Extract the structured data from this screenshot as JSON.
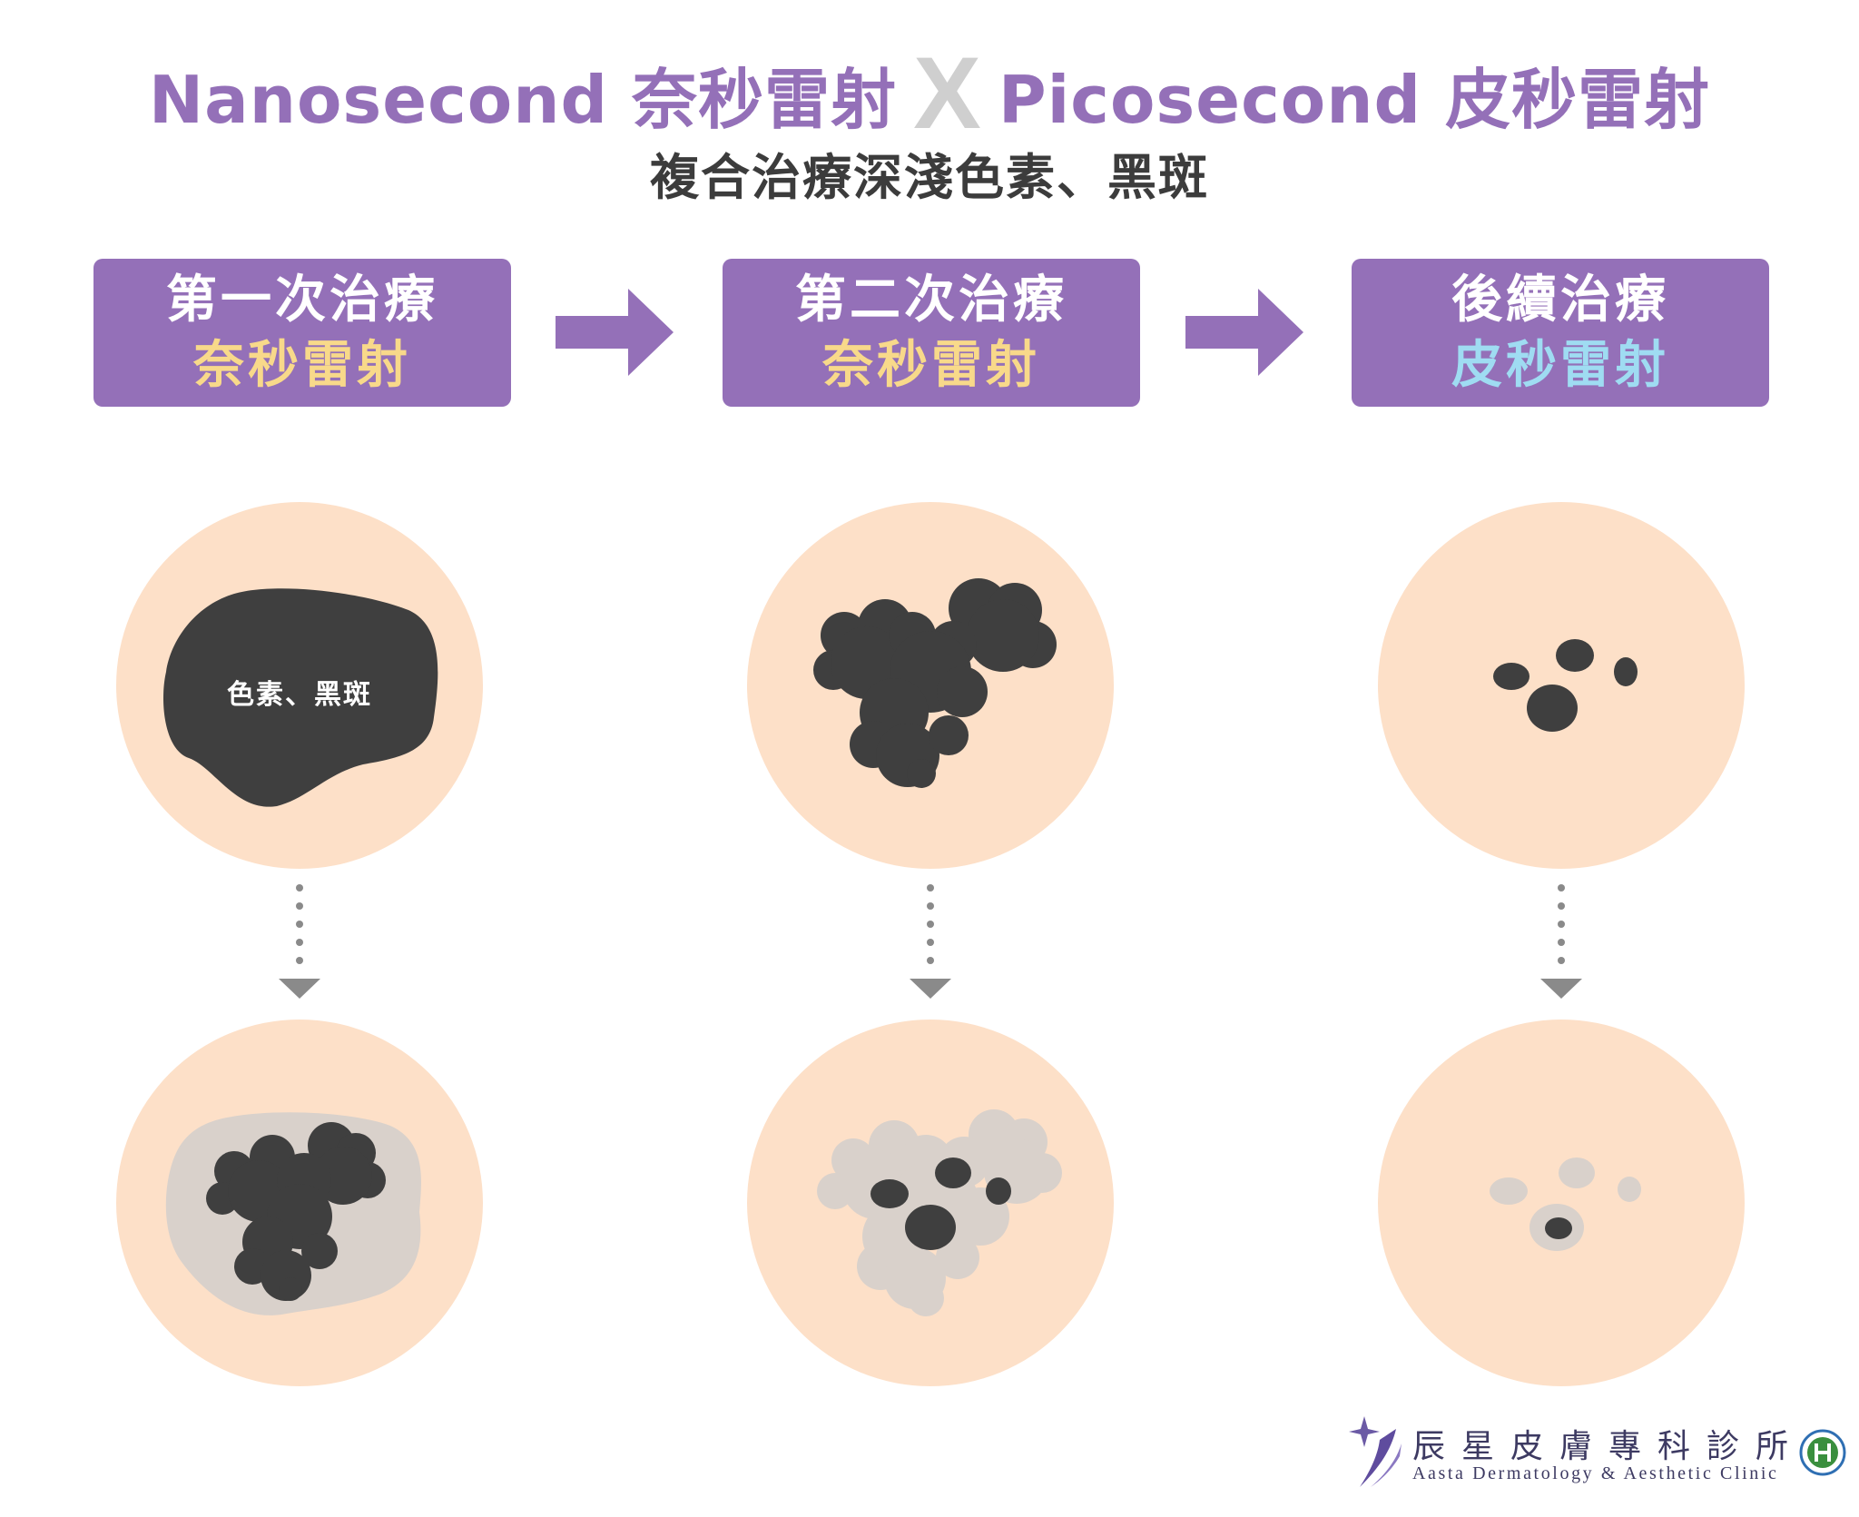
{
  "header": {
    "title_left": "Nanosecond 奈秒雷射",
    "title_x": "X",
    "title_right": "Picosecond 皮秒雷射",
    "subtitle": "複合治療深淺色素、黑斑"
  },
  "steps": [
    {
      "line1": "第一次治療",
      "line2": "奈秒雷射"
    },
    {
      "line1": "第二次治療",
      "line2": "奈秒雷射"
    },
    {
      "line1": "後續治療",
      "line2": "皮秒雷射"
    }
  ],
  "illustration": {
    "pigment_label": "色素、黑斑"
  },
  "clinic": {
    "name": "辰星皮膚專科診所",
    "name_en": "Aasta Dermatology & Aesthetic Clinic"
  },
  "colors": {
    "accent_purple": "#9470b8",
    "nano_text": "#f8d98a",
    "pico_text": "#9fdcf2",
    "skin": "#fde0c8",
    "pigment": "#3f3f3f",
    "faded_pigment": "#d9d1cb",
    "connector": "#8a8a8a",
    "clinic_text": "#3d3a62"
  },
  "icons": [
    "right-arrow-icon",
    "down-arrow-icon",
    "clinic-star-logo-icon",
    "hospital-badge-icon"
  ]
}
